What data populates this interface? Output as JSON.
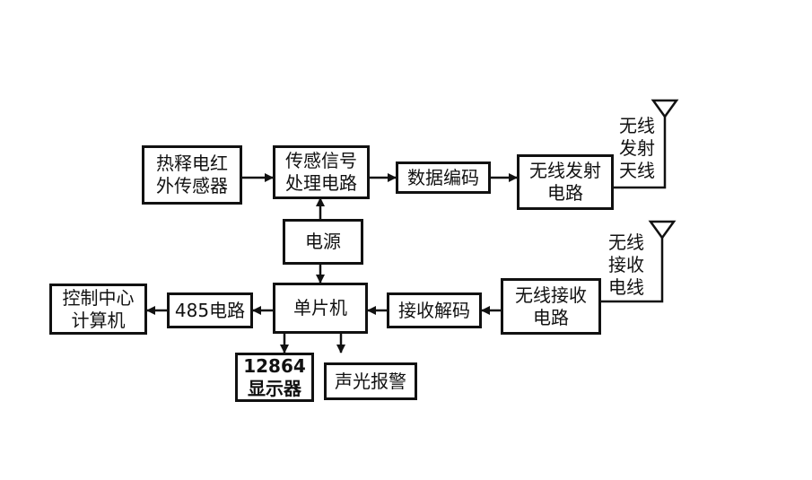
{
  "blocks": {
    "pir_sensor": "热释电红\n外传感器",
    "signal_processing": "传感信号\n处理电路",
    "data_encoding": "数据编码",
    "wireless_tx": "无线发射\n电路",
    "power": "电源",
    "mcu": "单片机",
    "rs485": "485电路",
    "control_center": "控制中心\n计算机",
    "receive_decode": "接收解码",
    "wireless_rx": "无线接收\n电路",
    "lcd_display": "12864\n显示器",
    "alarm": "声光报警"
  },
  "antennas": {
    "tx_label": "无线\n发射\n天线",
    "rx_label": "无线\n接收\n电线"
  }
}
